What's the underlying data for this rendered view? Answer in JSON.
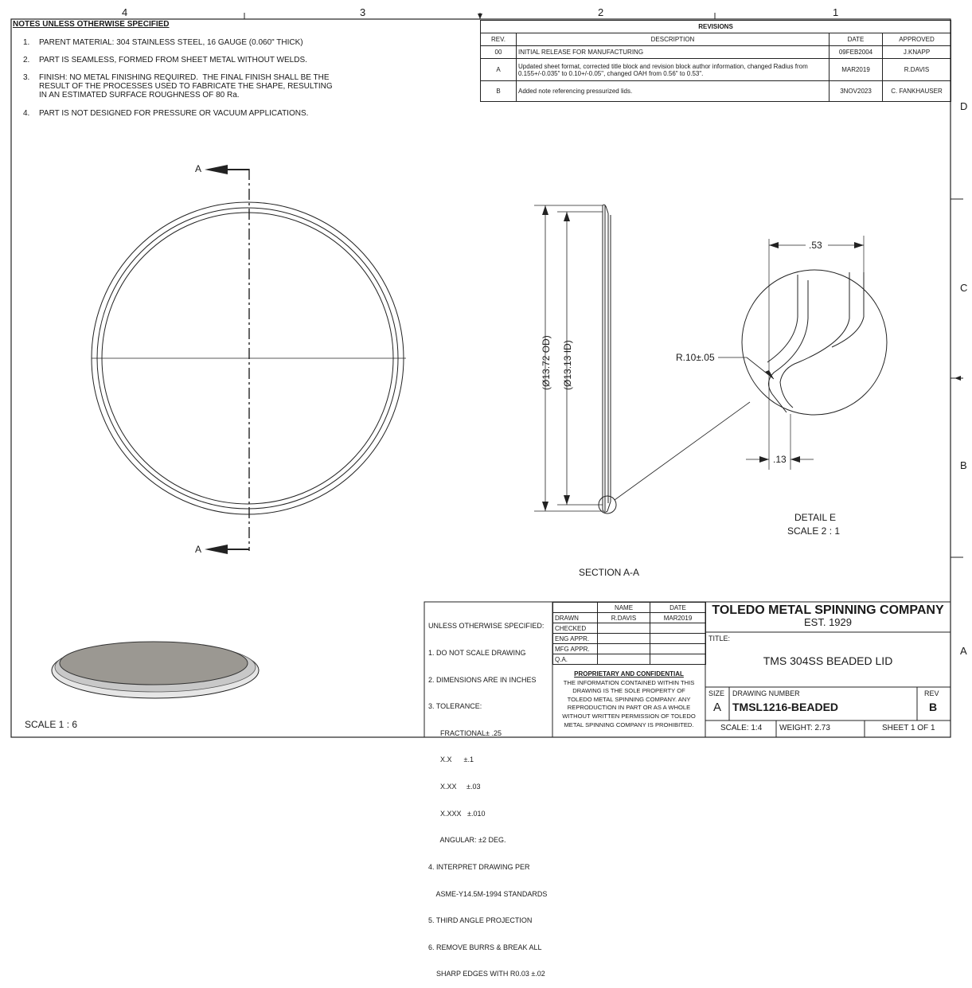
{
  "zones": {
    "top": [
      "4",
      "3",
      "2",
      "1"
    ],
    "right": [
      "D",
      "C",
      "B",
      "A"
    ]
  },
  "notes": {
    "title": "NOTES UNLESS OTHERWISE SPECIFIED",
    "items": [
      {
        "num": "1.",
        "text": "PARENT MATERIAL: 304 STAINLESS STEEL, 16 GAUGE (0.060\" THICK)"
      },
      {
        "num": "2.",
        "text": "PART IS SEAMLESS, FORMED FROM SHEET METAL WITHOUT WELDS."
      },
      {
        "num": "3.",
        "text": "FINISH: NO METAL FINISHING REQUIRED.  THE FINAL FINISH SHALL BE THE\nRESULT OF THE PROCESSES USED TO FABRICATE THE SHAPE, RESULTING\nIN AN ESTIMATED SURFACE ROUGHNESS OF 80 Ra."
      },
      {
        "num": "4.",
        "text": "PART IS NOT DESIGNED FOR PRESSURE OR VACUUM APPLICATIONS."
      }
    ]
  },
  "revisions": {
    "title": "REVISIONS",
    "headers": [
      "REV.",
      "DESCRIPTION",
      "DATE",
      "APPROVED"
    ],
    "rows": [
      {
        "rev": "00",
        "desc": "INITIAL RELEASE FOR MANUFACTURING",
        "date": "09FEB2004",
        "approved": "J.KNAPP"
      },
      {
        "rev": "A",
        "desc": "Updated sheet format, corrected title block and revision block author information, changed Radius from 0.155+/-0.035\" to 0.10+/-0.05\", changed OAH from 0.56\" to 0.53\".",
        "date": "MAR2019",
        "approved": "R.DAVIS"
      },
      {
        "rev": "B",
        "desc": "Added note referencing pressurized lids.",
        "date": "3NOV2023",
        "approved": "C. FANKHAUSER"
      }
    ]
  },
  "views": {
    "section_marker": "A",
    "section_label": "SECTION A-A",
    "od_dim": "13.72 OD",
    "id_dim": "13.13 ID",
    "dia_symbol": "Ø",
    "detail_label": "DETAIL E",
    "detail_scale": "SCALE 2 : 1",
    "detail_width_dim": ".53",
    "detail_radius_dim": "R.10±.05",
    "detail_thk_dim": ".13",
    "iso_scale": "SCALE 1 : 6"
  },
  "tolerance_block": {
    "lines": [
      "UNLESS OTHERWISE SPECIFIED:",
      "1. DO NOT SCALE DRAWING",
      "2. DIMENSIONS ARE IN INCHES",
      "3. TOLERANCE:",
      "      FRACTIONAL± .25",
      "      X.X      ±.1",
      "      X.XX     ±.03",
      "      X.XXX   ±.010",
      "      ANGULAR: ±2 DEG.",
      "4. INTERPRET DRAWING PER",
      "    ASME-Y14.5M-1994 STANDARDS",
      "5. THIRD ANGLE PROJECTION",
      "6. REMOVE BURRS & BREAK ALL",
      "    SHARP EDGES WITH R0.03 ±.02"
    ]
  },
  "signatures": {
    "headers": [
      "",
      "NAME",
      "DATE"
    ],
    "rows": [
      [
        "DRAWN",
        "R.DAVIS",
        "MAR2019"
      ],
      [
        "CHECKED",
        "",
        ""
      ],
      [
        "ENG APPR.",
        "",
        ""
      ],
      [
        "MFG APPR.",
        "",
        ""
      ],
      [
        "Q.A.",
        "",
        ""
      ]
    ]
  },
  "proprietary": {
    "title": "PROPRIETARY AND CONFIDENTIAL",
    "lines": [
      "THE INFORMATION CONTAINED WITHIN THIS",
      "DRAWING IS THE SOLE PROPERTY OF",
      "TOLEDO METAL SPINNING COMPANY.  ANY",
      "REPRODUCTION IN PART OR AS A WHOLE",
      "WITHOUT WRITTEN PERMISSION OF TOLEDO",
      "METAL SPINNING COMPANY IS PROHIBITED."
    ]
  },
  "title_block": {
    "company": "TOLEDO METAL SPINNING COMPANY",
    "est": "EST. 1929",
    "title_label": "TITLE:",
    "title": "TMS 304SS BEADED LID",
    "size_label": "SIZE",
    "size": "A",
    "dwg_label": "DRAWING NUMBER",
    "dwg_number": "TMSL1216-BEADED",
    "rev_label": "REV",
    "rev": "B",
    "scale": "SCALE: 1:4",
    "weight": "WEIGHT: 2.73",
    "sheet": "SHEET 1 OF 1"
  }
}
